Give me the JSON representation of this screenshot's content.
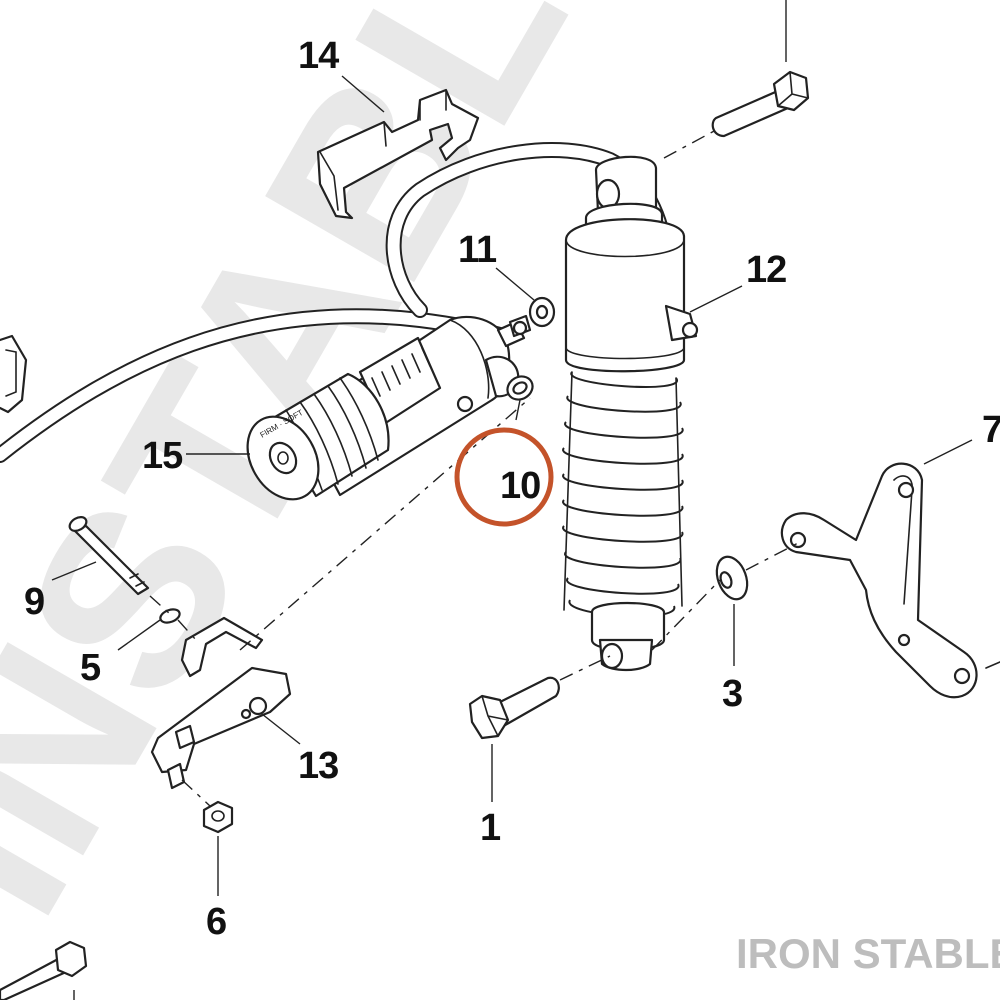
{
  "diagram": {
    "callouts": [
      {
        "id": "c1",
        "label": "1"
      },
      {
        "id": "c3",
        "label": "3"
      },
      {
        "id": "c5",
        "label": "5"
      },
      {
        "id": "c6",
        "label": "6"
      },
      {
        "id": "c7",
        "label": "7"
      },
      {
        "id": "c9",
        "label": "9"
      },
      {
        "id": "c10",
        "label": "10",
        "highlighted": true
      },
      {
        "id": "c11",
        "label": "11"
      },
      {
        "id": "c12",
        "label": "12"
      },
      {
        "id": "c13",
        "label": "13"
      },
      {
        "id": "c14",
        "label": "14"
      },
      {
        "id": "c15",
        "label": "15"
      }
    ],
    "highlight_color": "#c4532a",
    "watermark_text": "INSTABLE",
    "brand_text": "IRON STABLE"
  }
}
